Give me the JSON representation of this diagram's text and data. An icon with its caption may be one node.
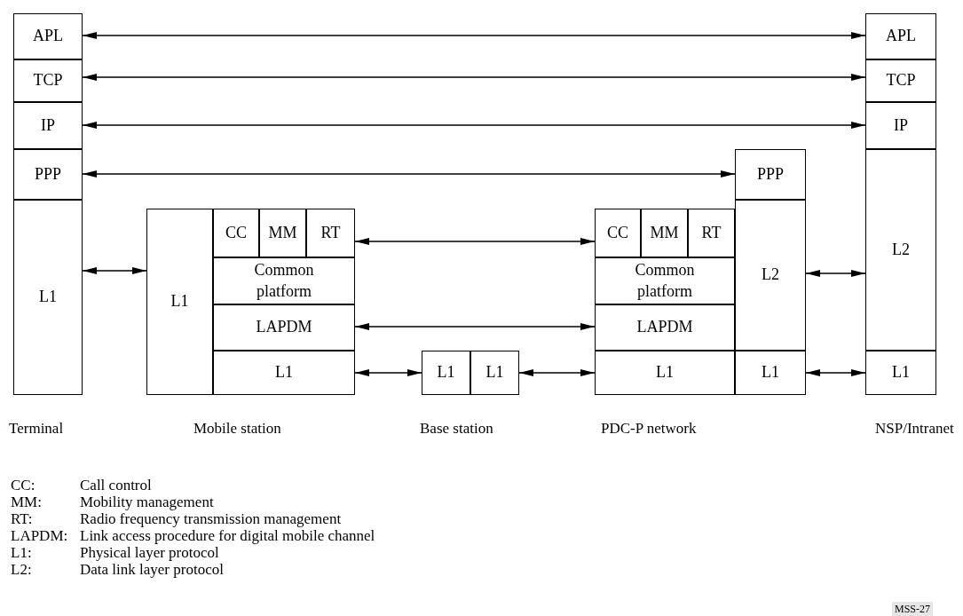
{
  "diagram": {
    "nodes": [
      {
        "text": [
          "APL"
        ]
      },
      {
        "text": [
          "TCP"
        ]
      },
      {
        "text": [
          "IP"
        ]
      },
      {
        "text": [
          "PPP"
        ]
      },
      {
        "text": [
          "L1"
        ]
      },
      {
        "text": [
          "L1"
        ]
      },
      {
        "text": [
          "CC"
        ]
      },
      {
        "text": [
          "MM"
        ]
      },
      {
        "text": [
          "RT"
        ]
      },
      {
        "text": [
          "Common platform"
        ]
      },
      {
        "text": [
          "LAPDM"
        ]
      },
      {
        "text": [
          "L1"
        ]
      },
      {
        "text": [
          "L1"
        ]
      },
      {
        "text": [
          "L1"
        ]
      },
      {
        "text": [
          "CC"
        ]
      },
      {
        "text": [
          "MM"
        ]
      },
      {
        "text": [
          "RT"
        ]
      },
      {
        "text": [
          "Common platform"
        ]
      },
      {
        "text": [
          "LAPDM"
        ]
      },
      {
        "text": [
          "L1"
        ]
      },
      {
        "text": [
          "PPP"
        ]
      },
      {
        "text": [
          "L2"
        ]
      },
      {
        "text": [
          "L1"
        ]
      },
      {
        "text": [
          "APL"
        ]
      },
      {
        "text": [
          "TCP"
        ]
      },
      {
        "text": [
          "IP"
        ]
      },
      {
        "text": [
          "L2"
        ]
      },
      {
        "text": [
          "L1"
        ]
      }
    ],
    "edges": [
      {
        "from": 0,
        "to": 23,
        "arrow": "both"
      },
      {
        "from": 1,
        "to": 24,
        "arrow": "both"
      },
      {
        "from": 2,
        "to": 25,
        "arrow": "both"
      },
      {
        "from": 3,
        "to": 20,
        "arrow": "both"
      },
      {
        "from": 4,
        "to": 5,
        "arrow": "both"
      },
      {
        "from": 8,
        "to": 14,
        "arrow": "both"
      },
      {
        "from": 10,
        "to": 18,
        "arrow": "both"
      },
      {
        "from": 11,
        "to": 12,
        "arrow": "both"
      },
      {
        "from": 13,
        "to": 19,
        "arrow": "both"
      },
      {
        "from": 21,
        "to": 26,
        "arrow": "both"
      },
      {
        "from": 22,
        "to": 27,
        "arrow": "both"
      }
    ],
    "labels": [
      "Terminal",
      "Mobile station",
      "Base station",
      "PDC-P network",
      "NSP/Intranet",
      "CC:",
      "Call control",
      "MM:",
      "Mobility management",
      "RT:",
      "Radio frequency transmission management",
      "LAPDM:",
      "Link access procedure for digital mobile channel",
      "L1:",
      "Physical layer protocol",
      "L2:",
      "Data link layer protocol",
      "MSS-27"
    ]
  }
}
